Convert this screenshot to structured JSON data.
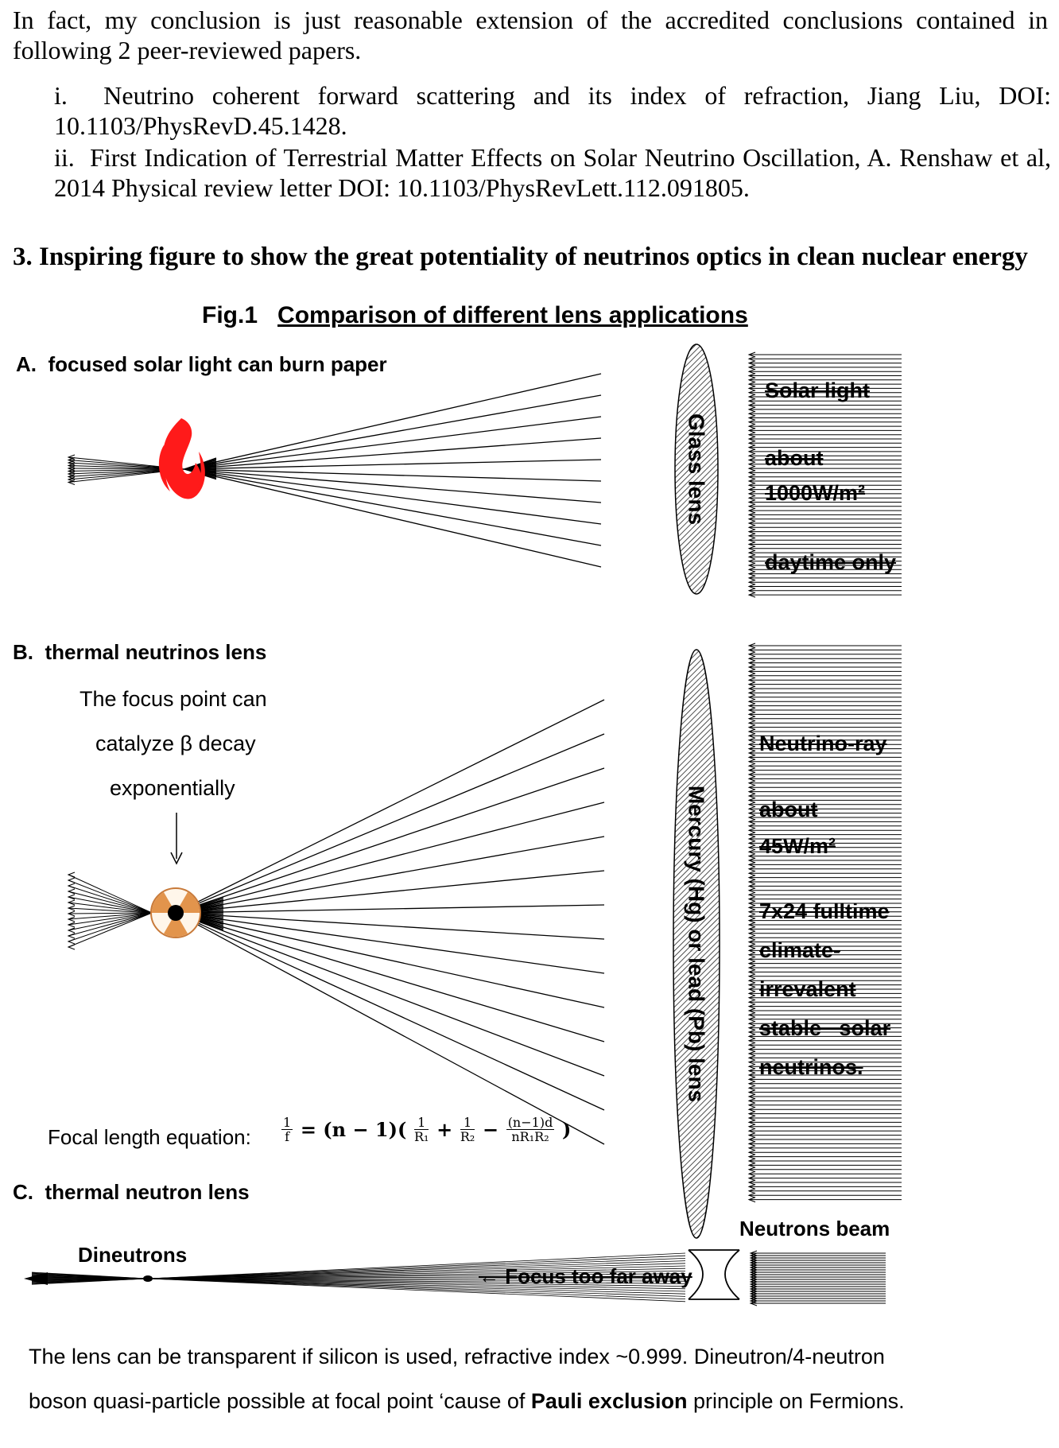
{
  "intro": "In fact, my conclusion is just reasonable extension of the accredited conclusions contained in following 2 peer-reviewed papers.",
  "references": [
    "i.  Neutrino coherent forward scattering and its index of refraction, Jiang Liu, DOI: 10.1103/PhysRevD.45.1428.",
    "ii.  First Indication of Terrestrial Matter Effects on Solar Neutrino Oscillation, A. Renshaw et al, 2014 Physical review letter DOI: 10.1103/PhysRevLett.112.091805."
  ],
  "section_heading": "3. Inspiring figure to show the great potentiality of neutrinos optics in clean nuclear energy",
  "figure": {
    "caption_prefix": "Fig.1",
    "caption_title": "Comparison of different lens applications",
    "panel_a": {
      "label": "A.  focused solar light can burn paper",
      "lens_label": "Glass lens",
      "beam_text": [
        "Solar light",
        "about",
        "1000W/m²",
        "daytime only"
      ]
    },
    "panel_b": {
      "label": "B.  thermal neutrinos lens",
      "note": [
        "The focus point can",
        "catalyze β decay",
        "exponentially"
      ],
      "lens_label": "Mercury (Hg) or lead (Pb) lens",
      "beam_text": [
        "Neutrino-ray",
        "about",
        "45W/m²",
        "7x24 fulltime",
        "climate-",
        "irrevalent",
        "stable   solar",
        "neutrinos."
      ],
      "focal_label": "Focal length equation:",
      "formula": {
        "lhs_num": "1",
        "lhs_den": "f",
        "mid": "= (n − 1)(",
        "t1_num": "1",
        "t1_den": "R₁",
        "plus": "+",
        "t2_num": "1",
        "t2_den": "R₂",
        "minus": "−",
        "t3_num": "(n−1)d",
        "t3_den": "nR₁R₂",
        "close": ")"
      }
    },
    "panel_c": {
      "label": "C.  thermal neutron lens",
      "beam_label": "Neutrons beam",
      "focus_label": "Dineutrons",
      "arrow_label": "← Focus too far away"
    }
  },
  "footnote": [
    "The lens can be transparent if silicon is used, refractive index ~0.999. Dineutron/4-neutron",
    "boson quasi-particle possible at focal point ‘cause of ",
    "Pauli exclusion",
    " principle on Fermions."
  ]
}
